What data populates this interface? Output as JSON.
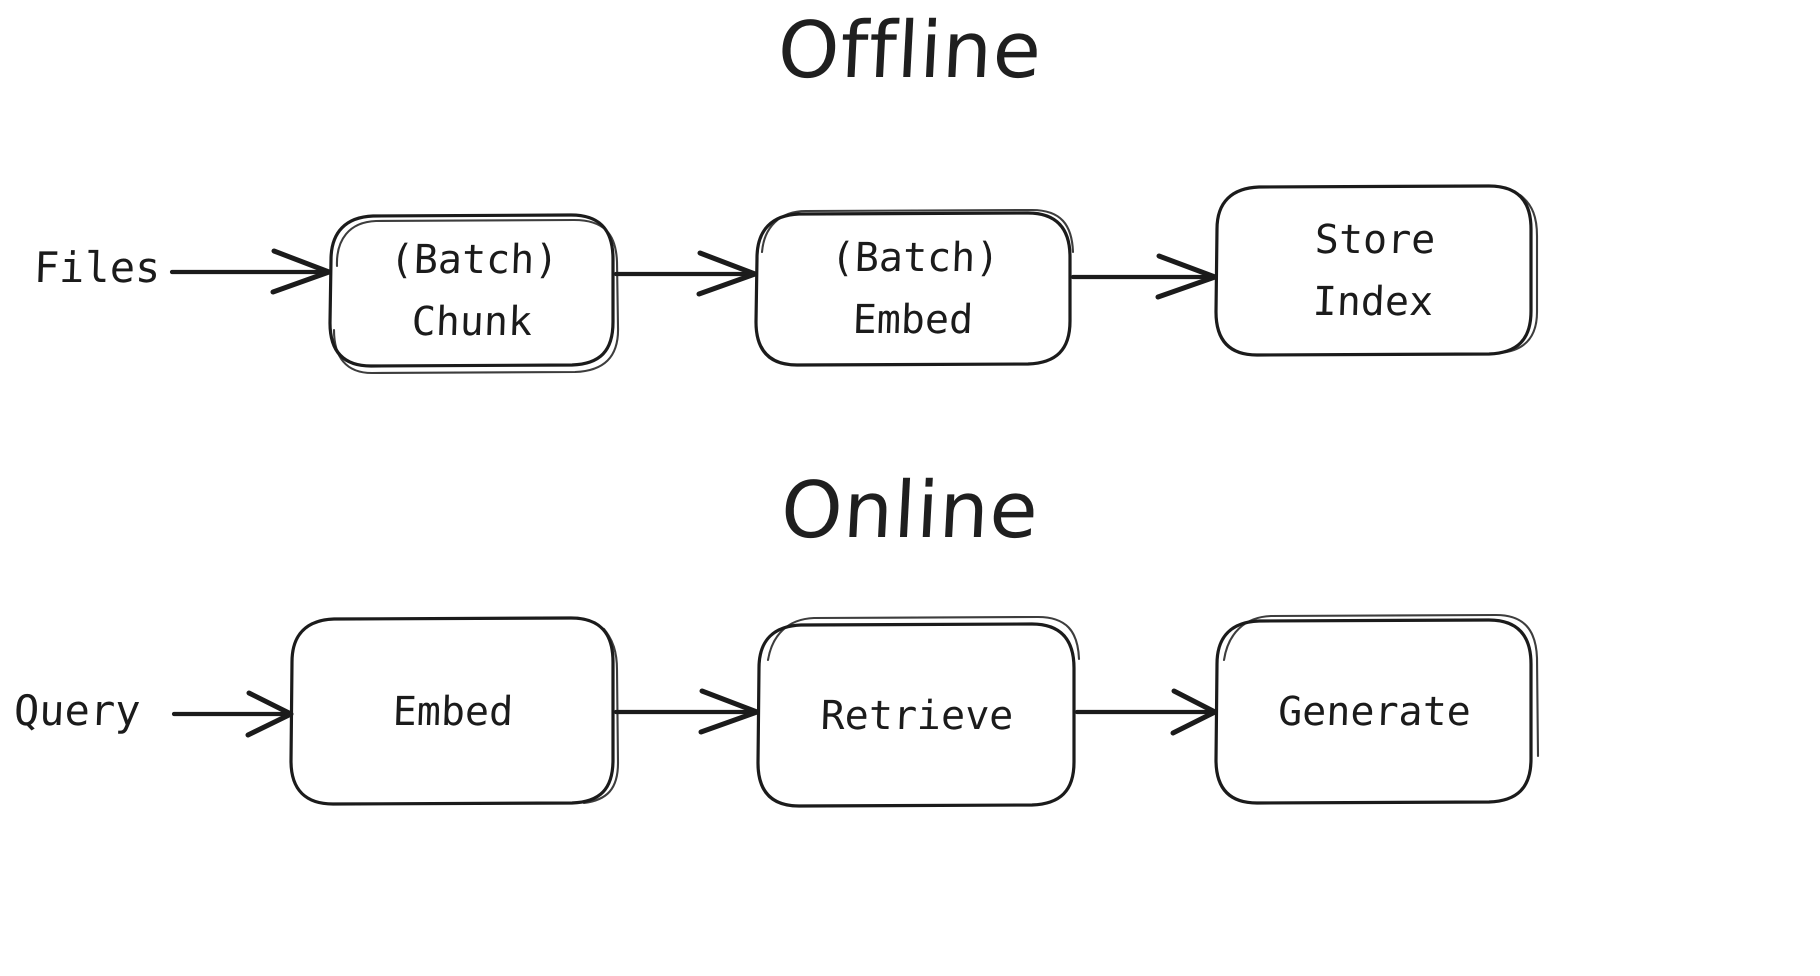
{
  "diagram": {
    "title_offline": "Offline",
    "title_online": "Online",
    "background_color": "#ffffff",
    "stroke_color": "#1b1b1b",
    "style": "hand-drawn sketch",
    "sections": [
      {
        "name": "offline",
        "heading": "Offline",
        "entry_label": "Files",
        "nodes": [
          {
            "id": "batch-chunk",
            "label": "(Batch)\nChunk"
          },
          {
            "id": "batch-embed",
            "label": "(Batch)\nEmbed"
          },
          {
            "id": "store-index",
            "label": "Store\nIndex"
          }
        ],
        "edges": [
          {
            "from": "Files",
            "to": "(Batch) Chunk"
          },
          {
            "from": "(Batch) Chunk",
            "to": "(Batch) Embed"
          },
          {
            "from": "(Batch) Embed",
            "to": "Store Index"
          }
        ]
      },
      {
        "name": "online",
        "heading": "Online",
        "entry_label": "Query",
        "nodes": [
          {
            "id": "embed",
            "label": "Embed"
          },
          {
            "id": "retrieve",
            "label": "Retrieve"
          },
          {
            "id": "generate",
            "label": "Generate"
          }
        ],
        "edges": [
          {
            "from": "Query",
            "to": "Embed"
          },
          {
            "from": "Embed",
            "to": "Retrieve"
          },
          {
            "from": "Retrieve",
            "to": "Generate"
          }
        ]
      }
    ]
  },
  "labels": {
    "files": "Files",
    "query": "Query",
    "batch_chunk": "(Batch)\nChunk",
    "batch_embed": "(Batch)\nEmbed",
    "store_index": "Store\nIndex",
    "embed": "Embed",
    "retrieve": "Retrieve",
    "generate": "Generate"
  }
}
